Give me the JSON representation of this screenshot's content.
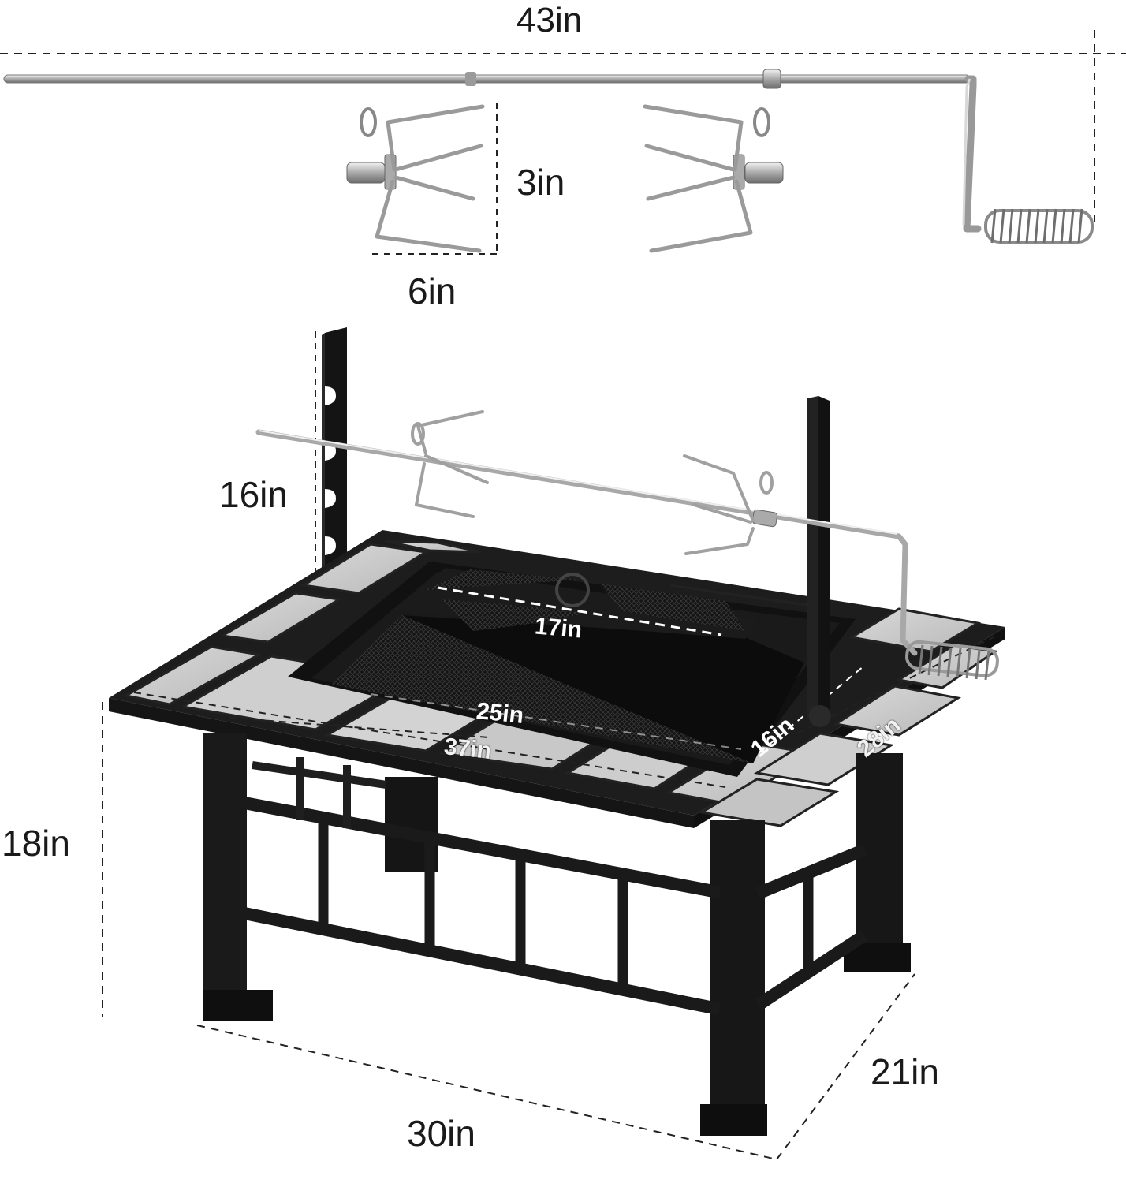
{
  "dimensions": {
    "rod_length": "43in",
    "fork_height": "3in",
    "fork_width": "6in",
    "bracket_height": "16in",
    "grill_width": "17in",
    "pit_length": "25in",
    "pit_width": "16in",
    "top_length": "37in",
    "top_width": "28in",
    "table_height": "18in",
    "base_length": "30in",
    "base_width": "21in"
  },
  "colors": {
    "metal": "#1c1c1c",
    "steel": "#b8b8b8",
    "tile": "#c9c9c9",
    "dash": "#222222"
  }
}
